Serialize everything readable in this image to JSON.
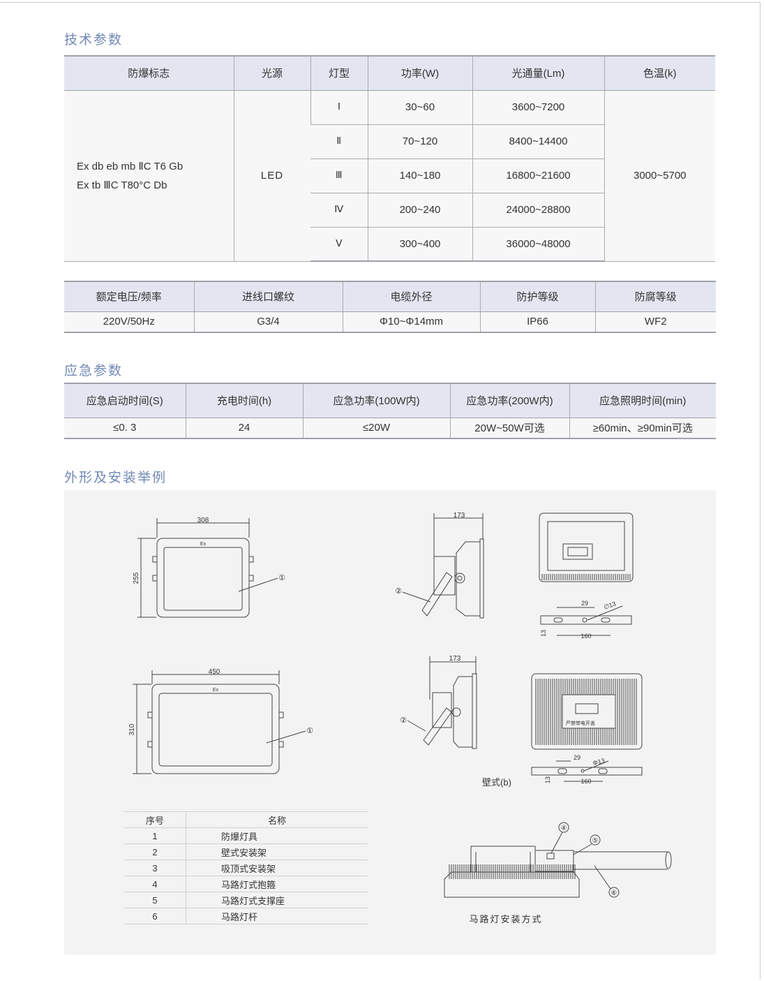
{
  "sections": {
    "tech": "技术参数",
    "emergency": "应急参数",
    "install": "外形及安装举例"
  },
  "tech_table": {
    "headers": [
      "防爆标志",
      "光源",
      "灯型",
      "功率(W)",
      "光通量(Lm)",
      "色温(k)"
    ],
    "ex_mark_line1": "Ex db eb mb ⅡC T6 Gb",
    "ex_mark_line2": "Ex tb ⅢC T80°C Db",
    "light_source": "LED",
    "color_temp": "3000~5700",
    "rows": [
      {
        "type": "Ⅰ",
        "power": "30~60",
        "flux": "3600~7200"
      },
      {
        "type": "Ⅱ",
        "power": "70~120",
        "flux": "8400~14400"
      },
      {
        "type": "Ⅲ",
        "power": "140~180",
        "flux": "16800~21600"
      },
      {
        "type": "Ⅳ",
        "power": "200~240",
        "flux": "24000~28800"
      },
      {
        "type": "Ⅴ",
        "power": "300~400",
        "flux": "36000~48000"
      }
    ]
  },
  "electrical_table": {
    "headers": [
      "额定电压/频率",
      "进线口螺纹",
      "电缆外径",
      "防护等级",
      "防腐等级"
    ],
    "values": [
      "220V/50Hz",
      "G3/4",
      "Φ10~Φ14mm",
      "IP66",
      "WF2"
    ]
  },
  "emergency_table": {
    "headers": [
      "应急启动时间(S)",
      "充电时间(h)",
      "应急功率(100W内)",
      "应急功率(200W内)",
      "应急照明时间(min)"
    ],
    "values": [
      "≤0. 3",
      "24",
      "≤20W",
      "20W~50W可选",
      "≥60min、≥90min可选"
    ]
  },
  "drawings": {
    "front1": {
      "width": "308",
      "height": "255",
      "ex": "Ex",
      "callout": "①"
    },
    "front2": {
      "width": "450",
      "height": "310",
      "ex": "Ex",
      "callout": "①"
    },
    "side1": {
      "depth": "173",
      "callout": "②"
    },
    "side2": {
      "depth": "173",
      "callout": "②"
    },
    "bracket1": {
      "slot": "29",
      "hole": "∅13",
      "span": "160",
      "thick": "13"
    },
    "bracket2": {
      "slot": "29",
      "hole": "Φ13",
      "span": "160",
      "thick": "13"
    },
    "warning": "严禁带电开盖",
    "wall_caption": "壁式(b)",
    "pole_caption": "马路灯安装方式",
    "pole_callouts": [
      "④",
      "⑤",
      "⑥"
    ]
  },
  "parts_table": {
    "headers": [
      "序号",
      "名称"
    ],
    "rows": [
      {
        "no": "1",
        "name": "防爆灯具"
      },
      {
        "no": "2",
        "name": "壁式安装架"
      },
      {
        "no": "3",
        "name": "吸顶式安装架"
      },
      {
        "no": "4",
        "name": "马路灯式抱箍"
      },
      {
        "no": "5",
        "name": "马路灯式支撑座"
      },
      {
        "no": "6",
        "name": "马路灯杆"
      }
    ]
  }
}
